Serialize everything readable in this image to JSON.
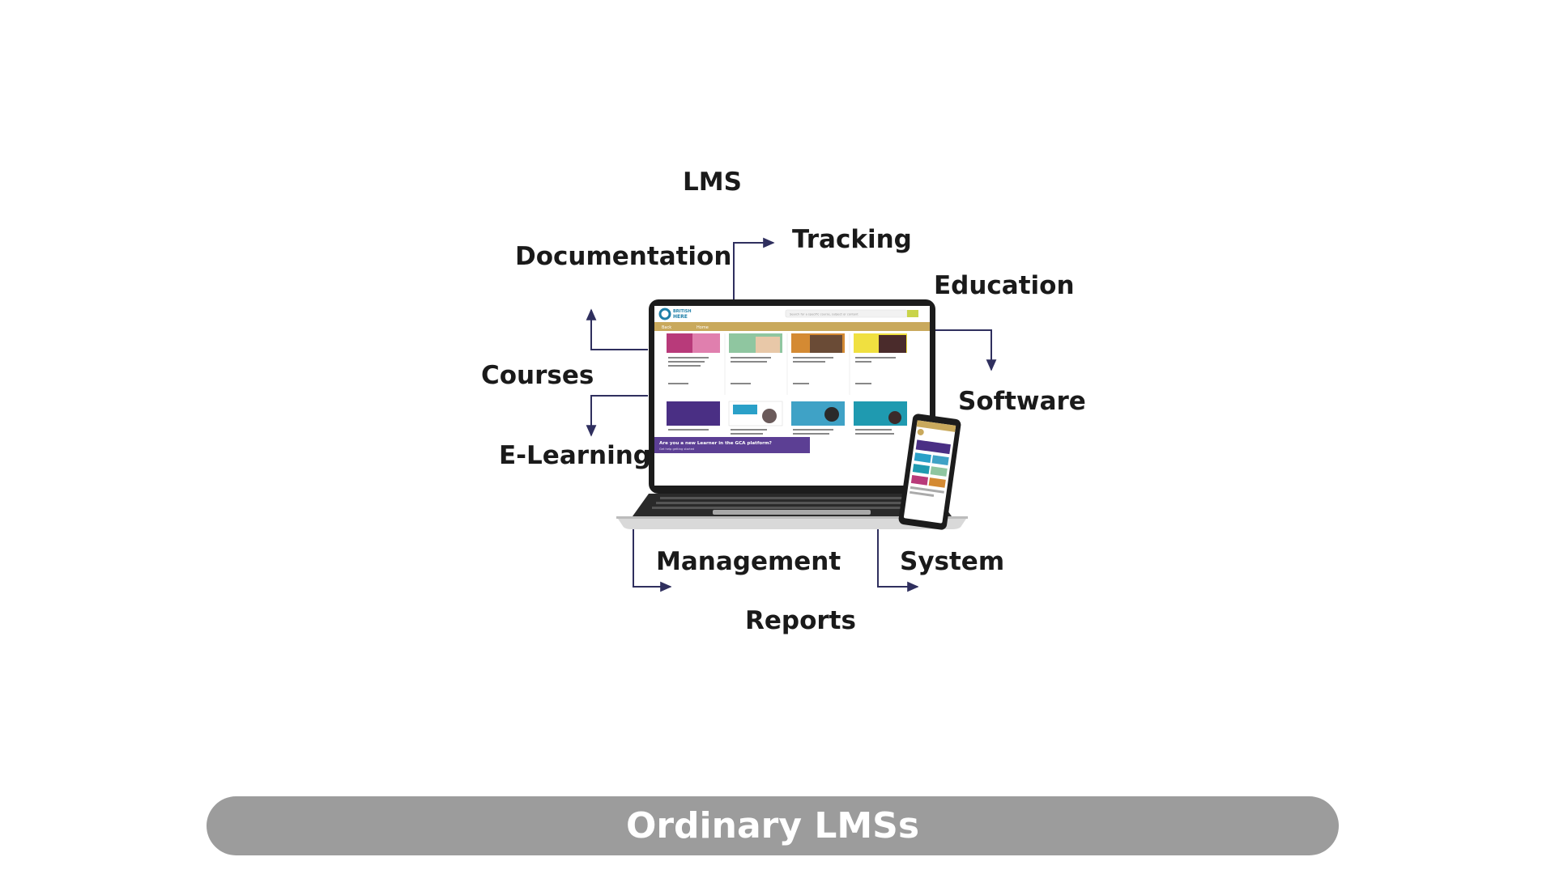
{
  "labels": {
    "lms": "LMS",
    "documentation": "Documentation",
    "tracking": "Tracking",
    "education": "Education",
    "courses": "Courses",
    "software": "Software",
    "elearning": "E-Learning",
    "management": "Management",
    "system": "System",
    "reports": "Reports"
  },
  "banner": {
    "title": "Ordinary LMSs"
  },
  "screen": {
    "logo_line1": "BRITISH",
    "logo_line2": "HERE",
    "search_placeholder": "Search for a specific course, subject or content",
    "nav_back": "Back",
    "nav_home": "Home",
    "promo_title": "Are you a new Learner in the GCA platform?",
    "promo_sub": "Get help getting started"
  },
  "colors": {
    "arrow": "#2f2f5e",
    "banner": "#9c9c9c",
    "label_text": "#1a1a1a",
    "nav_bar": "#c9a95c",
    "promo": "#5c3f94",
    "screen_bezel": "#1c1c1c"
  }
}
